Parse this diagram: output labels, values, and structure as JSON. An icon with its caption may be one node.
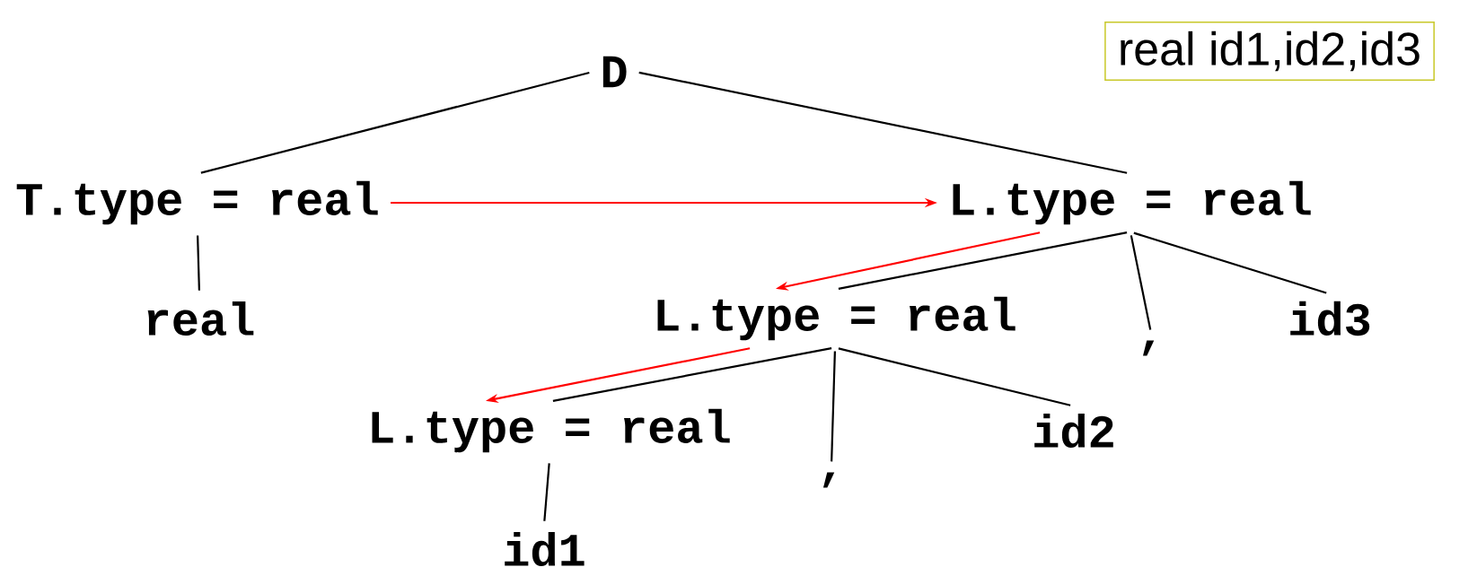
{
  "diagram": {
    "nodes": [
      {
        "text": [
          "D"
        ]
      },
      {
        "text": [
          "T.type = real"
        ]
      },
      {
        "text": [
          "L.type = real"
        ]
      },
      {
        "text": [
          "real"
        ]
      },
      {
        "text": [
          "L.type = real"
        ]
      },
      {
        "text": [
          ","
        ]
      },
      {
        "text": [
          "id3"
        ]
      },
      {
        "text": [
          "L.type = real"
        ]
      },
      {
        "text": [
          ","
        ]
      },
      {
        "text": [
          "id2"
        ]
      },
      {
        "text": [
          "id1"
        ]
      },
      {
        "text": [
          "real id1,id2,id3"
        ]
      }
    ],
    "edges": [
      {
        "from": 0,
        "to": 1,
        "arrow": "none"
      },
      {
        "from": 0,
        "to": 2,
        "arrow": "none"
      },
      {
        "from": 1,
        "to": 3,
        "arrow": "none"
      },
      {
        "from": 2,
        "to": 4,
        "arrow": "none"
      },
      {
        "from": 2,
        "to": 5,
        "arrow": "none"
      },
      {
        "from": 2,
        "to": 6,
        "arrow": "none"
      },
      {
        "from": 4,
        "to": 7,
        "arrow": "none"
      },
      {
        "from": 4,
        "to": 8,
        "arrow": "none"
      },
      {
        "from": 4,
        "to": 9,
        "arrow": "none"
      },
      {
        "from": 7,
        "to": 10,
        "arrow": "none"
      },
      {
        "from": 1,
        "to": 2,
        "arrow": "to",
        "color": "#ff0000"
      },
      {
        "from": 2,
        "to": 4,
        "arrow": "to",
        "color": "#ff0000"
      },
      {
        "from": 4,
        "to": 7,
        "arrow": "to",
        "color": "#ff0000"
      }
    ]
  }
}
